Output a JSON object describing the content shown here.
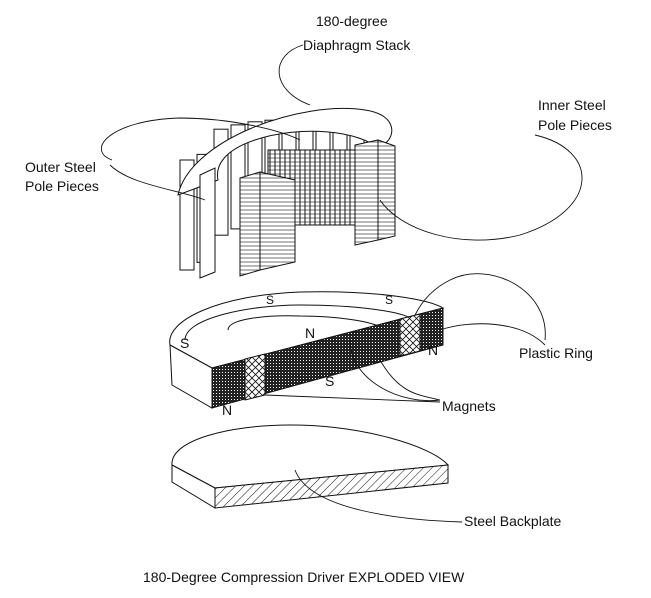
{
  "labels": {
    "diaphragm_line1": "180-degree",
    "diaphragm_line2": "Diaphragm Stack",
    "inner_line1": "Inner Steel",
    "inner_line2": "Pole Pieces",
    "outer_line1": "Outer Steel",
    "outer_line2": "Pole Pieces",
    "plastic_ring": "Plastic Ring",
    "magnets": "Magnets",
    "backplate": "Steel Backplate"
  },
  "poles": {
    "s_top_left": "S",
    "s_top_right": "S",
    "s_outer_left": "S",
    "n_inner": "N",
    "s_front": "S",
    "n_right": "N",
    "n_left": "N"
  },
  "caption": "180-Degree Compression Driver EXPLODED VIEW"
}
